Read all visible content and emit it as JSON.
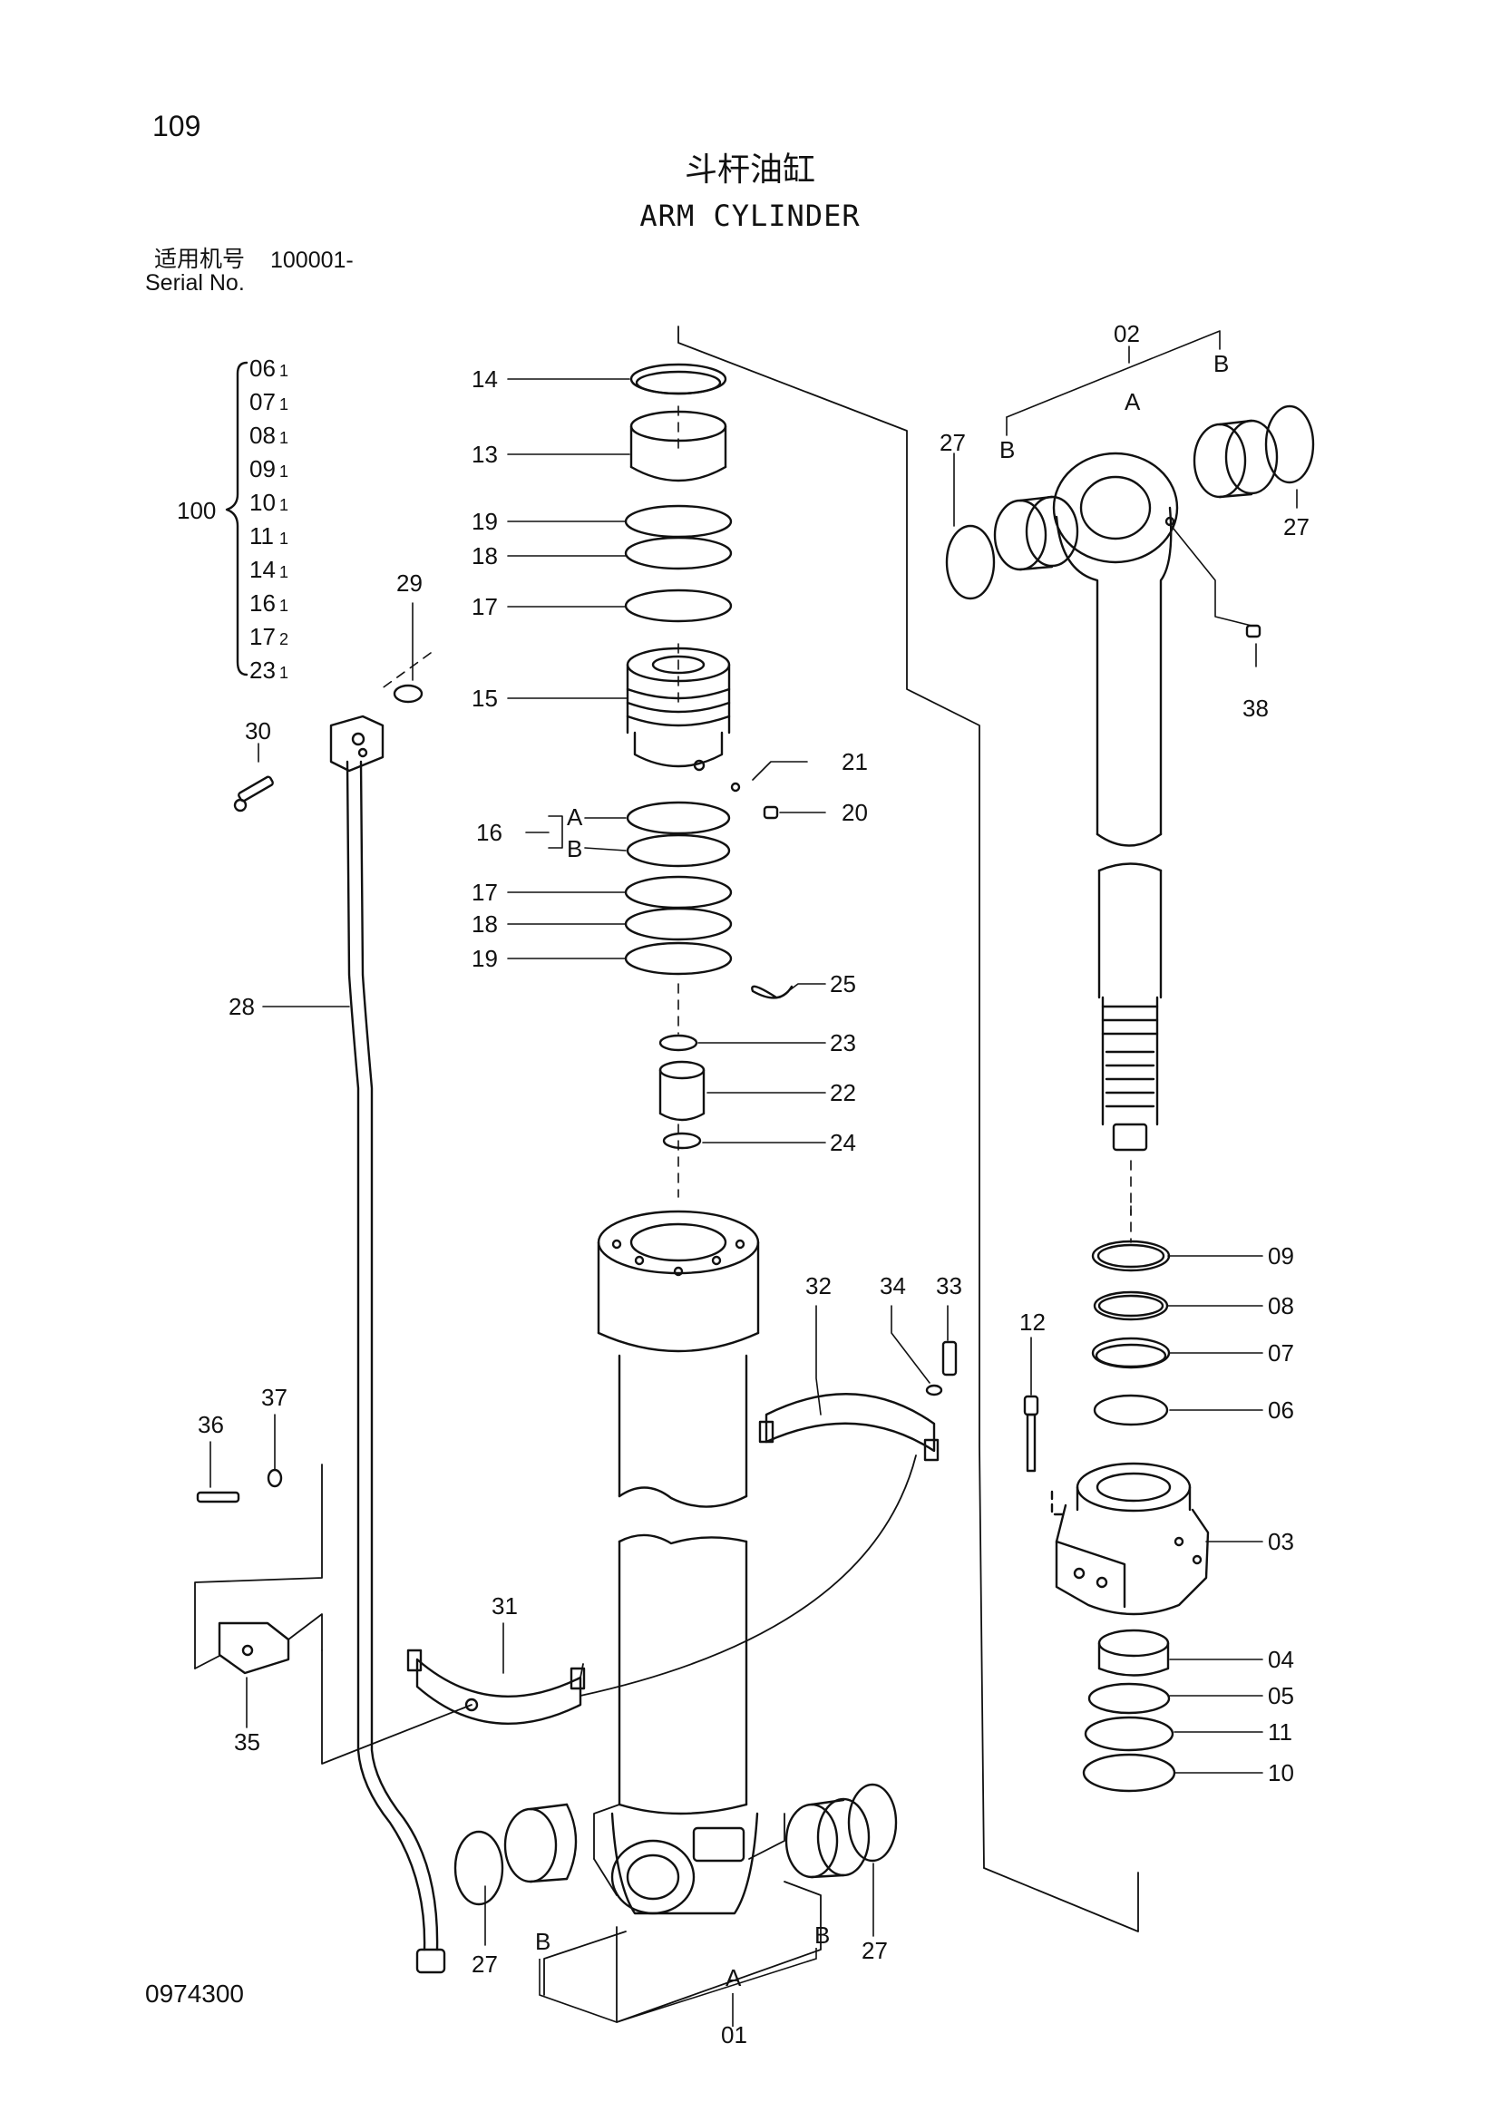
{
  "header": {
    "page_number": "109",
    "title_cn": "斗杆油缸",
    "title_en": "ARM CYLINDER",
    "serial_label_cn": "适用机号",
    "serial_value": "100001-",
    "serial_label_en": "Serial No."
  },
  "footer": {
    "doc_code": "0974300"
  },
  "kit": {
    "number": "100",
    "items": [
      {
        "part": "06",
        "qty": "1"
      },
      {
        "part": "07",
        "qty": "1"
      },
      {
        "part": "08",
        "qty": "1"
      },
      {
        "part": "09",
        "qty": "1"
      },
      {
        "part": "10",
        "qty": "1"
      },
      {
        "part": "11",
        "qty": "1"
      },
      {
        "part": "14",
        "qty": "1"
      },
      {
        "part": "16",
        "qty": "1"
      },
      {
        "part": "17",
        "qty": "2"
      },
      {
        "part": "23",
        "qty": "1"
      }
    ]
  },
  "callouts": {
    "p14": "14",
    "p13": "13",
    "p19a": "19",
    "p18a": "18",
    "p17a": "17",
    "p15": "15",
    "p16": "16",
    "p16A": "A",
    "p16B": "B",
    "p17b": "17",
    "p18b": "18",
    "p19b": "19",
    "p21": "21",
    "p20": "20",
    "p25": "25",
    "p23": "23",
    "p22": "22",
    "p24": "24",
    "p29": "29",
    "p30": "30",
    "p28": "28",
    "p02": "02",
    "p02A": "A",
    "p02B_l": "B",
    "p02B_r": "B",
    "p27_tl": "27",
    "p27_tr": "27",
    "p38": "38",
    "p09": "09",
    "p08": "08",
    "p07": "07",
    "p06": "06",
    "p12": "12",
    "p03": "03",
    "p04": "04",
    "p05": "05",
    "p11": "11",
    "p10": "10",
    "p32": "32",
    "p34": "34",
    "p33": "33",
    "p36": "36",
    "p37": "37",
    "p31": "31",
    "p35": "35",
    "p27_bl": "27",
    "p27_br": "27",
    "p01B_l": "B",
    "p01B_r": "B",
    "p01A": "A",
    "p01": "01"
  }
}
